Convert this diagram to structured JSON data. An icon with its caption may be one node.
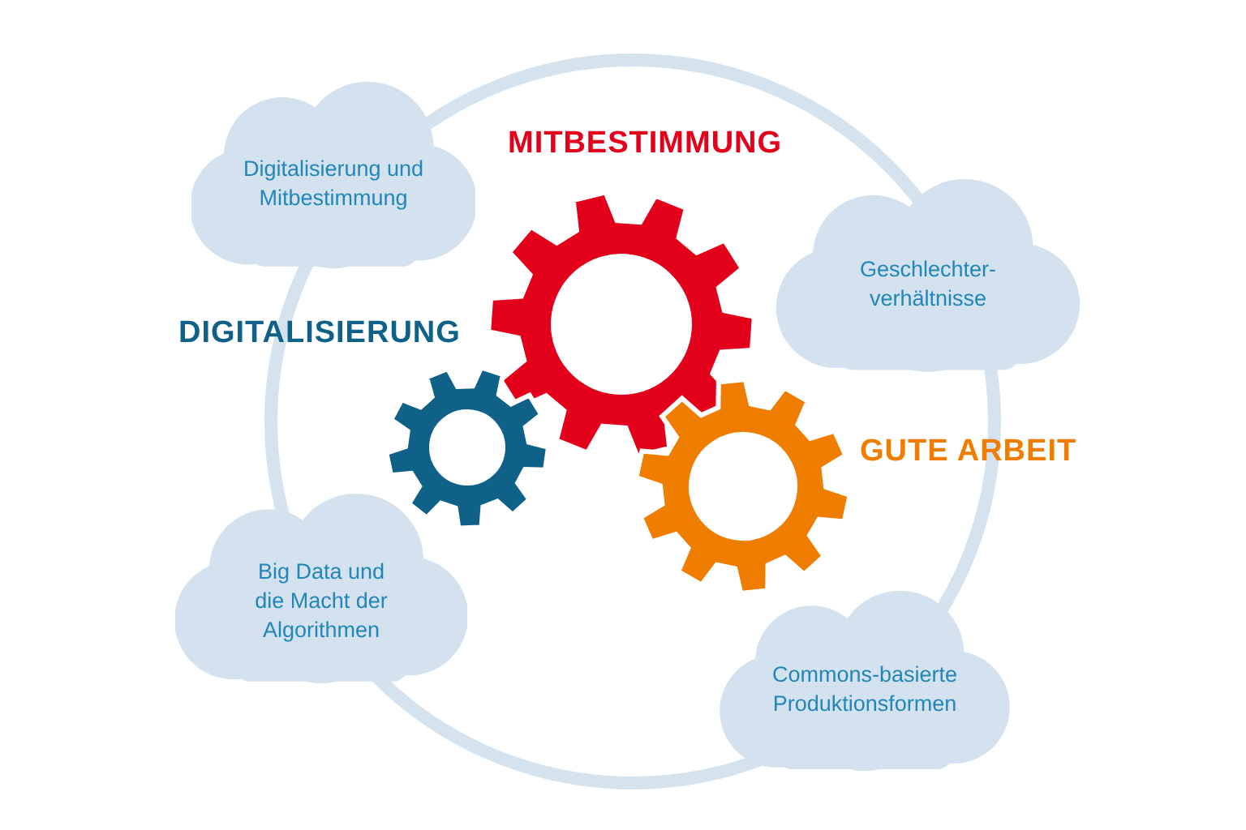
{
  "diagram": {
    "nodes": [
      {
        "text": [
          "Digitalisierung und Mitbestimmung"
        ]
      },
      {
        "text": [
          "Geschlechter-verhältnisse"
        ]
      },
      {
        "text": [
          "Big Data und die Macht der Algorithmen"
        ]
      },
      {
        "text": [
          "Commons-basierte Produktionsformen"
        ]
      }
    ],
    "labels": [
      "MITBESTIMMUNG",
      "DIGITALISIERUNG",
      "GUTE ARBEIT"
    ]
  }
}
